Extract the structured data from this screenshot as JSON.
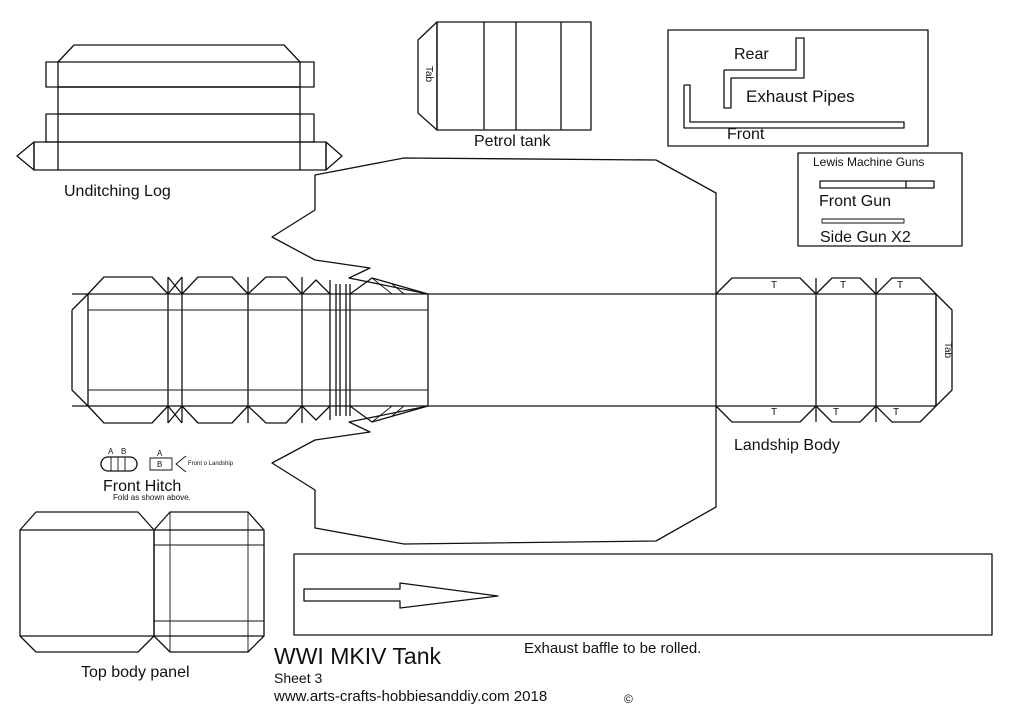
{
  "sheet": {
    "title": "WWI MKIV Tank",
    "subtitle": "Sheet 3",
    "website": "www.arts-crafts-hobbiesanddiy.com 2018",
    "copyright_symbol": "©"
  },
  "parts": {
    "unditching_log": "Unditching Log",
    "petrol_tank": "Petrol tank",
    "petrol_tank_tab": "Tab",
    "landship_body": "Landship Body",
    "landship_body_tab": "Tab",
    "fold_mark": "T",
    "top_body_panel": "Top body panel",
    "exhaust_baffle": "Exhaust baffle to be rolled."
  },
  "exhaust_pipes": {
    "rear": "Rear",
    "title": "Exhaust Pipes",
    "front": "Front"
  },
  "lewis_guns": {
    "title": "Lewis Machine Guns",
    "front_gun": "Front Gun",
    "side_gun": "Side Gun X2"
  },
  "front_hitch": {
    "title": "Front Hitch",
    "note": "Fold as shown above.",
    "label_a": "A",
    "label_b": "B",
    "label_a2": "A",
    "label_b2": "B",
    "front_label": "Front o Landship"
  }
}
